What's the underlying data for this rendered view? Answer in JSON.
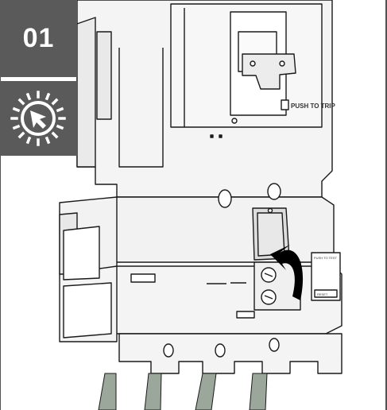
{
  "step": {
    "number": "01"
  },
  "action": {
    "icon": "press-button-icon",
    "badge_color": "#5a5a5a"
  },
  "device": {
    "push_to_trip_label": "PUSH TO TRIP",
    "module_label": "PUSH TO TEST",
    "reset_label": "RESET"
  },
  "colors": {
    "outline": "#1a1a1a",
    "panel": "#f4f4f4",
    "shade": "#e6e6e6",
    "cable": "#9aa79a",
    "arrow": "#000000"
  }
}
